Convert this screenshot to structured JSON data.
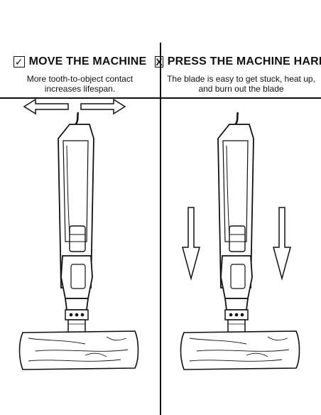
{
  "left": {
    "icon": "check-box-icon",
    "icon_glyph": "✓",
    "title": "MOVE THE MACHINE",
    "caption_line1": "More tooth-to-object contact",
    "caption_line2": "increases lifespan."
  },
  "right": {
    "icon": "x-box-icon",
    "icon_glyph": "X",
    "title": "PRESS THE MACHINE HARD",
    "caption_line1": "The blade is easy to get stuck, heat up,",
    "caption_line2": "and burn out the blade"
  }
}
